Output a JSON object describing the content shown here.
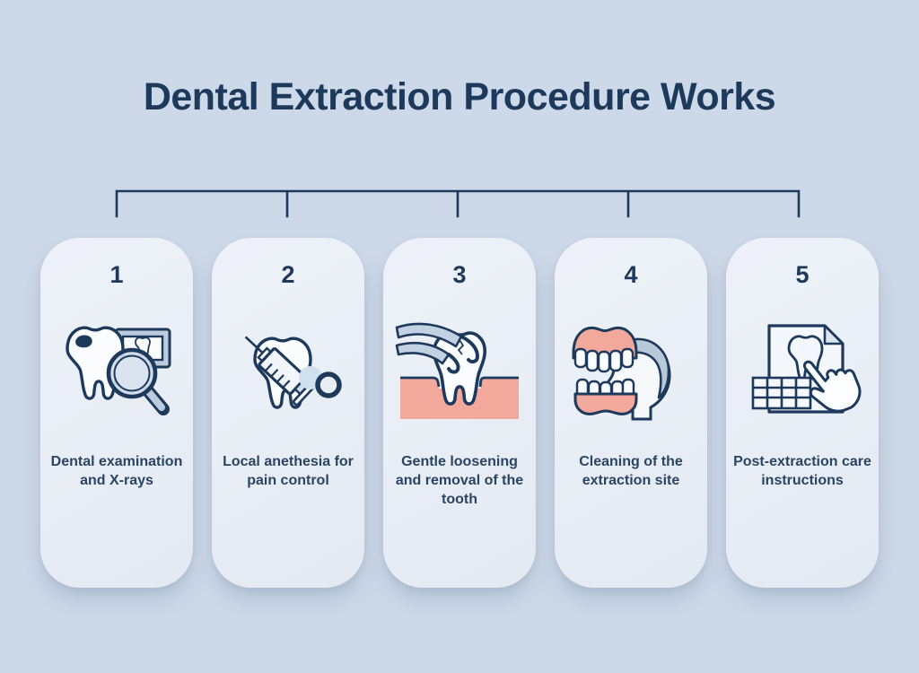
{
  "title": "Dental Extraction Procedure Works",
  "steps": [
    {
      "number": "1",
      "label": "Dental examination and X-rays",
      "icon": "dental-examination-icon"
    },
    {
      "number": "2",
      "label": "Local anethesia for pain control",
      "icon": "anesthesia-syringe-icon"
    },
    {
      "number": "3",
      "label": "Gentle loosening and removal of the tooth",
      "icon": "tooth-extraction-forceps-icon"
    },
    {
      "number": "4",
      "label": "Cleaning of the extraction site",
      "icon": "dentures-face-icon"
    },
    {
      "number": "5",
      "label": "Post-extraction care instructions",
      "icon": "care-instructions-document-icon"
    }
  ],
  "colors": {
    "background": "#cdd9e8",
    "card": "#e9edf5",
    "navy": "#1d3a5c",
    "gum_pink": "#f3a89c",
    "steel_blue": "#bccbdd",
    "lens_blue": "#cfdcea",
    "icon_white": "#fbfcfe"
  }
}
